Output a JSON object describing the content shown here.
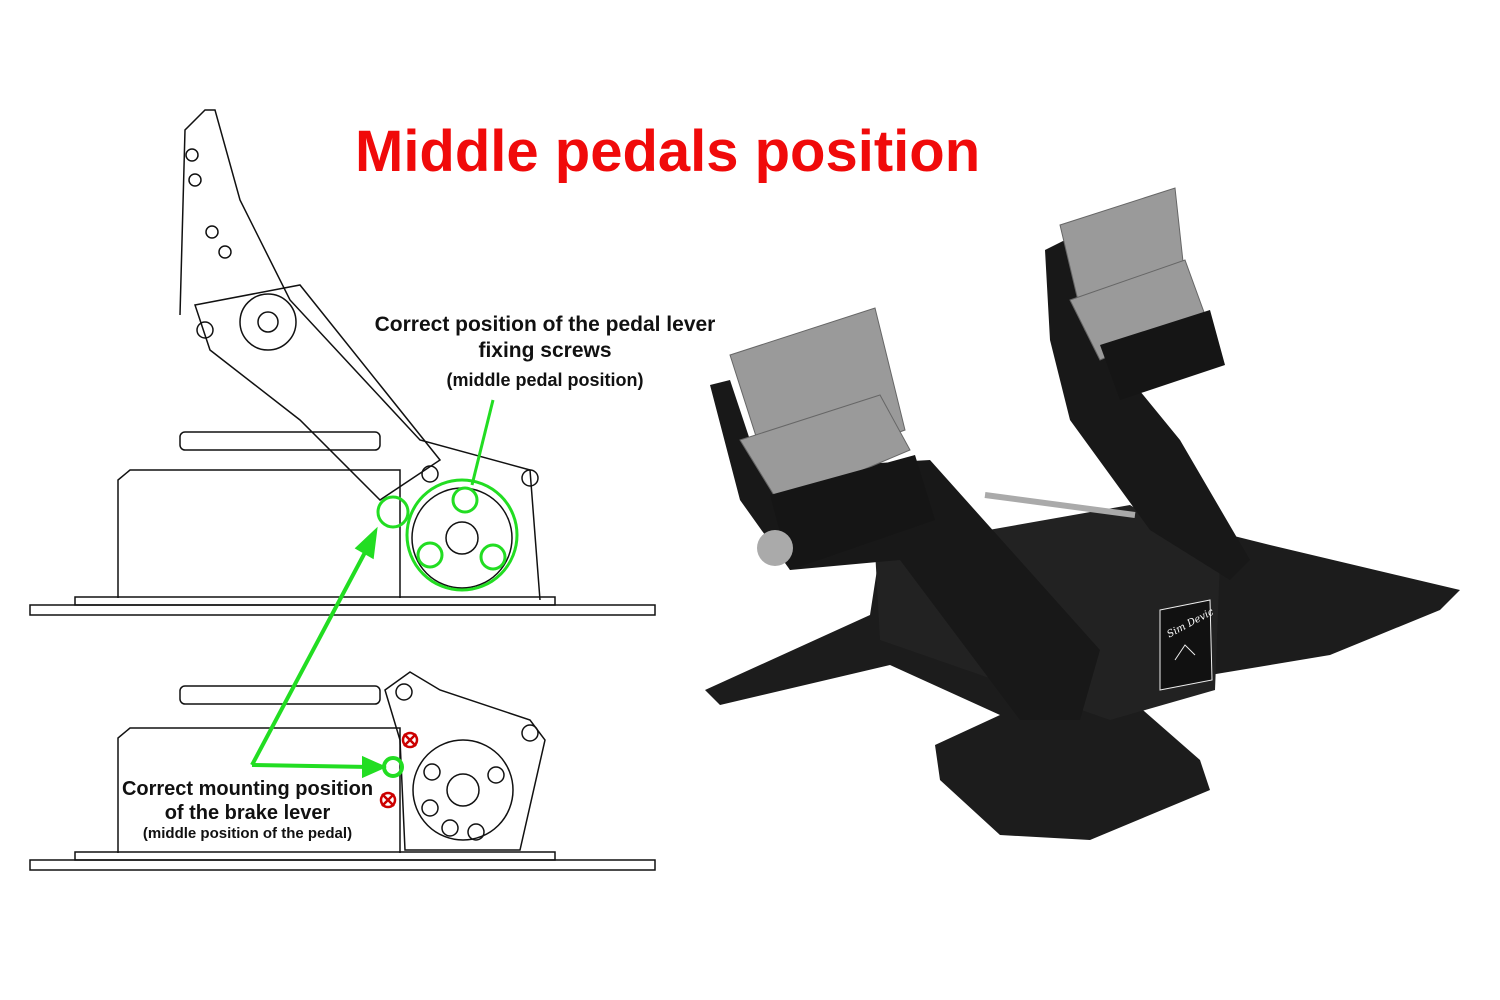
{
  "title": "Middle pedals position",
  "callout_top": {
    "line1": "Correct position of the pedal lever",
    "line2": "fixing screws",
    "note": "(middle pedal position)"
  },
  "callout_bottom": {
    "line1": "Correct mounting position",
    "line2": "of the brake lever",
    "note": "(middle position of the pedal)"
  },
  "logo_text": "Sim Devic",
  "colors": {
    "title": "#f00a0a",
    "highlight": "#22dd22",
    "wrong": "#cc0000",
    "render": "#1c1c1c",
    "pad": "#9a9a9a"
  }
}
